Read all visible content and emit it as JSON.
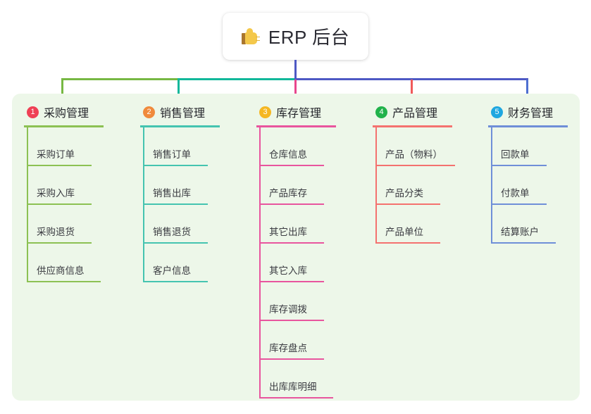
{
  "root": {
    "icon": "thumbs-up-icon",
    "title": "ERP 后台"
  },
  "colors": {
    "panel_bg": "#edf7e9",
    "page_bg": "#ffffff",
    "connector_green": "#77b843",
    "connector_teal": "#12b89a",
    "connector_blue": "#4e59c4",
    "connector_pink": "#e8468d",
    "connector_red": "#f05a5a",
    "connector_blue2": "#4e6fd0"
  },
  "columns": [
    {
      "number": "1",
      "title": "采购管理",
      "badge_color": "#ef4055",
      "accent": "#8cc153",
      "rule_width": 113,
      "items": [
        {
          "label": "采购订单",
          "rule_width": 92
        },
        {
          "label": "采购入库",
          "rule_width": 92
        },
        {
          "label": "采购退货",
          "rule_width": 92
        },
        {
          "label": "供应商信息",
          "rule_width": 105
        }
      ]
    },
    {
      "number": "2",
      "title": "销售管理",
      "badge_color": "#f08a3c",
      "accent": "#45c4b0",
      "rule_width": 113,
      "items": [
        {
          "label": "销售订单",
          "rule_width": 92
        },
        {
          "label": "销售出库",
          "rule_width": 92
        },
        {
          "label": "销售退货",
          "rule_width": 92
        },
        {
          "label": "客户信息",
          "rule_width": 92
        }
      ]
    },
    {
      "number": "3",
      "title": "库存管理",
      "badge_color": "#f5b722",
      "accent": "#e8559e",
      "rule_width": 113,
      "items": [
        {
          "label": "仓库信息",
          "rule_width": 92
        },
        {
          "label": "产品库存",
          "rule_width": 92
        },
        {
          "label": "其它出库",
          "rule_width": 92
        },
        {
          "label": "其它入库",
          "rule_width": 92
        },
        {
          "label": "库存调拨",
          "rule_width": 92
        },
        {
          "label": "库存盘点",
          "rule_width": 92
        },
        {
          "label": "出库库明细",
          "rule_width": 105
        }
      ]
    },
    {
      "number": "4",
      "title": "产品管理",
      "badge_color": "#21b24b",
      "accent": "#f4726f",
      "rule_width": 113,
      "items": [
        {
          "label": "产品（物料）",
          "rule_width": 113
        },
        {
          "label": "产品分类",
          "rule_width": 92
        },
        {
          "label": "产品单位",
          "rule_width": 92
        }
      ]
    },
    {
      "number": "5",
      "title": "财务管理",
      "badge_color": "#1fa7e0",
      "accent": "#6f8fd8",
      "rule_width": 113,
      "items": [
        {
          "label": "回款单",
          "rule_width": 79
        },
        {
          "label": "付款单",
          "rule_width": 79
        },
        {
          "label": "结算账户",
          "rule_width": 92
        }
      ]
    }
  ]
}
